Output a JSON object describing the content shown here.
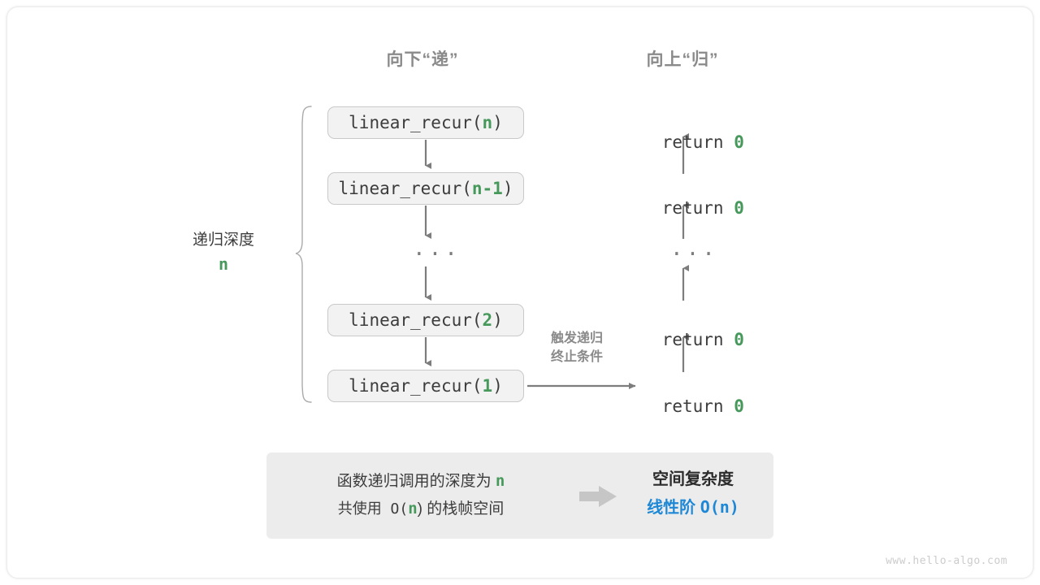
{
  "diagram": {
    "headings": {
      "down": "向下“递”",
      "up": "向上“归”"
    },
    "depth_label": {
      "text": "递归深度",
      "value": "n"
    },
    "base_case_note": "触发递归\n终止条件",
    "base_case_note_line1": "触发递归",
    "base_case_note_line2": "终止条件",
    "call_stack": [
      {
        "prefix": "linear_recur(",
        "arg": "n",
        "suffix": ")"
      },
      {
        "prefix": "linear_recur(",
        "arg": "n-1",
        "suffix": ")"
      },
      {
        "ellipsis": "···"
      },
      {
        "prefix": "linear_recur(",
        "arg": "2",
        "suffix": ")"
      },
      {
        "prefix": "linear_recur(",
        "arg": "1",
        "suffix": ")"
      }
    ],
    "box_labels": {
      "b0": "linear_recur(",
      "b1": "linear_recur(",
      "b2": "linear_recur(",
      "b3": "linear_recur(",
      "close": ")",
      "arg0": "n",
      "arg1": "n-1",
      "arg2": "2",
      "arg3": "1"
    },
    "returns": {
      "keyword": "return ",
      "value": "0"
    },
    "ellipsis": "···"
  },
  "summary": {
    "left_line1_text": "函数递归调用的深度为 ",
    "left_line1_value": "n",
    "left_line2_prefix": "共使用 O(",
    "left_line2_value": "n",
    "left_line2_suffix": ") 的栈帧空间",
    "title": "空间复杂度",
    "value_text": "线性阶 ",
    "value_formula": "O(n)"
  },
  "footer": {
    "watermark": "www.hello-algo.com"
  },
  "colors": {
    "green": "#46995b",
    "blue": "#1e88d6",
    "gray_text": "#8a8a8a",
    "box_fill": "#f2f2f2",
    "box_border": "#c9c9c9",
    "panel_fill": "#ececec",
    "arrow": "#7d7d7d"
  }
}
